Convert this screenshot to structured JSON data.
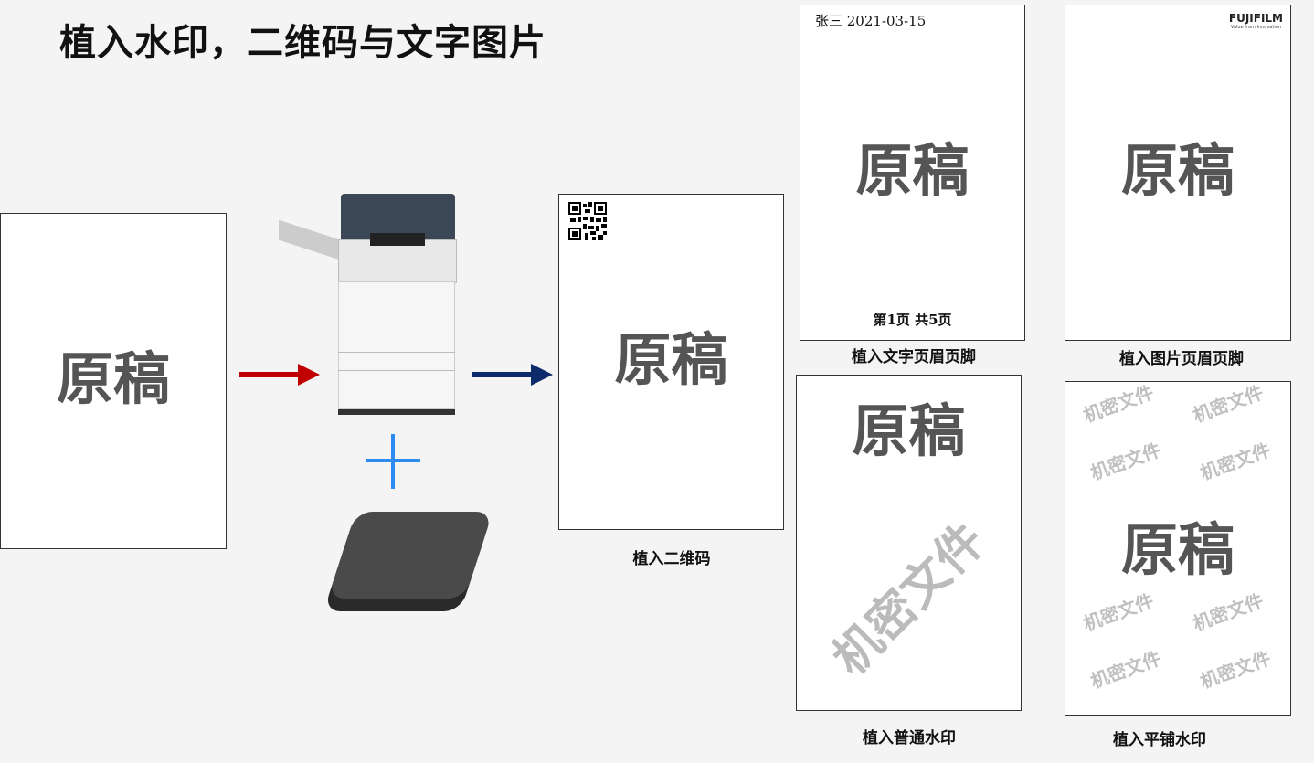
{
  "title": "植入水印，二维码与文字图片",
  "original_text": "原稿",
  "labels": {
    "qr": "植入二维码",
    "text_header": "植入文字页眉页脚",
    "image_header": "植入图片页眉页脚",
    "normal_watermark": "植入普通水印",
    "tiled_watermark": "植入平铺水印"
  },
  "text_header": {
    "header": "张三 2021-03-15",
    "footer": "第1页 共5页"
  },
  "logo": {
    "brand": "FUJIFILM",
    "tagline": "Value from Innovation"
  },
  "watermark_text": "机密文件",
  "colors": {
    "red_arrow": "#c00000",
    "blue_arrow": "#0d2a6b",
    "plus": "#2e8bf0"
  }
}
